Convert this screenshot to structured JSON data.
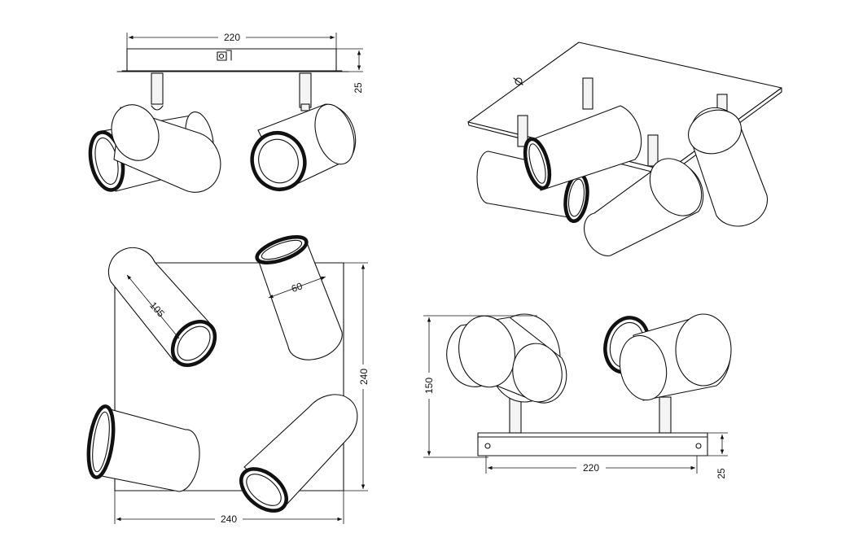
{
  "dimensions": {
    "side_view_top": {
      "width": "220",
      "height": "25"
    },
    "plan_view": {
      "width": "240",
      "depth": "240",
      "length": "105",
      "diameter": "60"
    },
    "side_view_bottom": {
      "width": "220",
      "height": "150",
      "base_height": "25"
    }
  },
  "colors": {
    "line": "#111111",
    "background": "#ffffff"
  }
}
